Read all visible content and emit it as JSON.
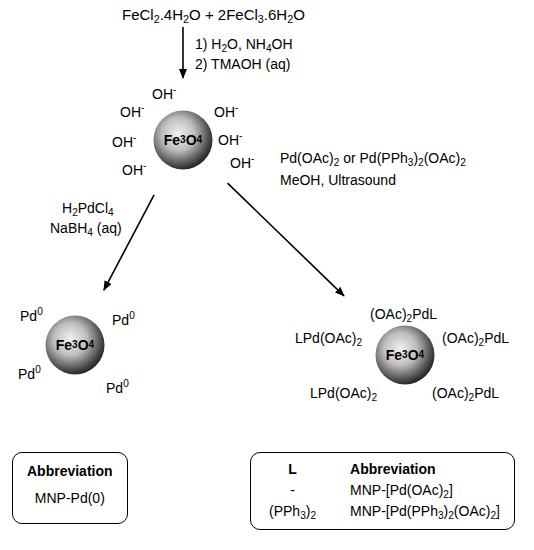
{
  "diagram": {
    "nodes": [
      {
        "text": [
          "FeCl2.4H2O + 2FeCl3.6H2O"
        ]
      },
      {
        "text": [
          "Fe3O4"
        ]
      },
      {
        "text": [
          "Fe3O4"
        ]
      },
      {
        "text": [
          "Fe3O4"
        ]
      },
      {
        "text": [
          "Abbreviation",
          "MNP-Pd(0)"
        ]
      },
      {
        "text": [
          "L",
          "Abbreviation",
          "-",
          "MNP-[Pd(OAc)2]",
          "(PPh3)2",
          "MNP-[Pd(PPh3)2(OAc)2]"
        ]
      }
    ],
    "edges": [
      {
        "from": 0,
        "to": 1,
        "arrow": "to"
      },
      {
        "from": 1,
        "to": 2,
        "arrow": "to"
      },
      {
        "from": 1,
        "to": 3,
        "arrow": "to"
      }
    ],
    "labels": [
      "1) H2O, NH4OH",
      "2) TMAOH (aq)",
      "OH-",
      "OH-",
      "OH-",
      "OH-",
      "OH-",
      "OH-",
      "OH-",
      "H2PdCl4",
      "NaBH4 (aq)",
      "Pd(OAc)2 or Pd(PPh3)2(OAc)2",
      "MeOH, Ultrasound",
      "Pd0",
      "Pd0",
      "Pd0",
      "Pd0",
      "(OAc)2PdL",
      "LPd(OAc)2",
      "(OAc)2PdL",
      "LPd(OAc)2",
      "(OAc)2PdL"
    ]
  }
}
